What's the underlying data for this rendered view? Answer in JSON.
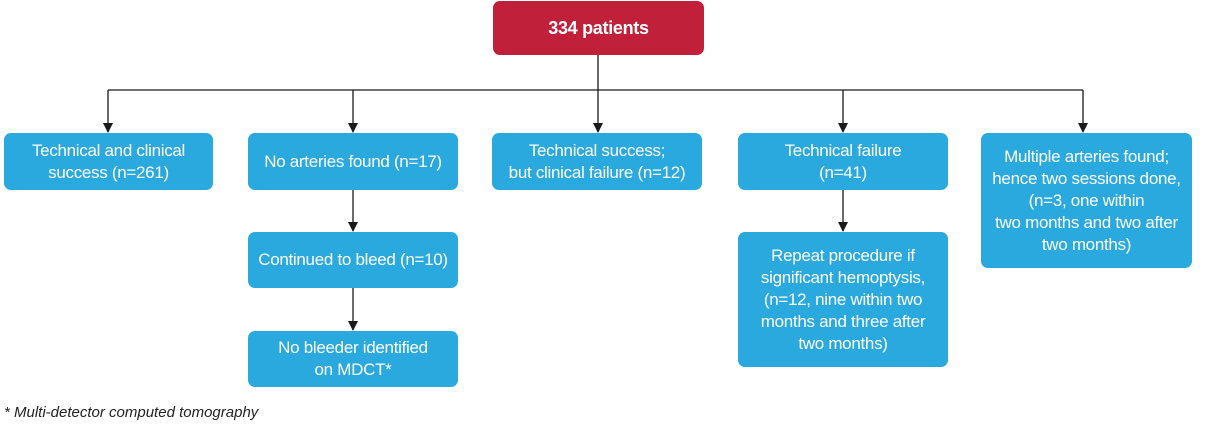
{
  "root": {
    "label": "334 patients"
  },
  "nodes": {
    "technical_clinical_success": "Technical and clinical\nsuccess (n=261)",
    "no_arteries_found": "No arteries found (n=17)",
    "continued_to_bleed": "Continued to bleed (n=10)",
    "no_bleeder_identified": "No bleeder identified\non MDCT*",
    "technical_success_clinical_failure": "Technical success;\nbut clinical failure (n=12)",
    "technical_failure": "Technical failure\n(n=41)",
    "repeat_procedure": "Repeat procedure if\nsignificant hemoptysis,\n(n=12, nine within two\nmonths and three after\ntwo months)",
    "multiple_arteries": "Multiple arteries found;\nhence two sessions done,\n(n=3, one within\ntwo months and two after\ntwo months)"
  },
  "footnote": "* Multi-detector computed tomography",
  "colors": {
    "root_fill": "#c0203a",
    "node_fill": "#29a9de",
    "text": "#ffffff",
    "connector": "#1a1a1a"
  }
}
